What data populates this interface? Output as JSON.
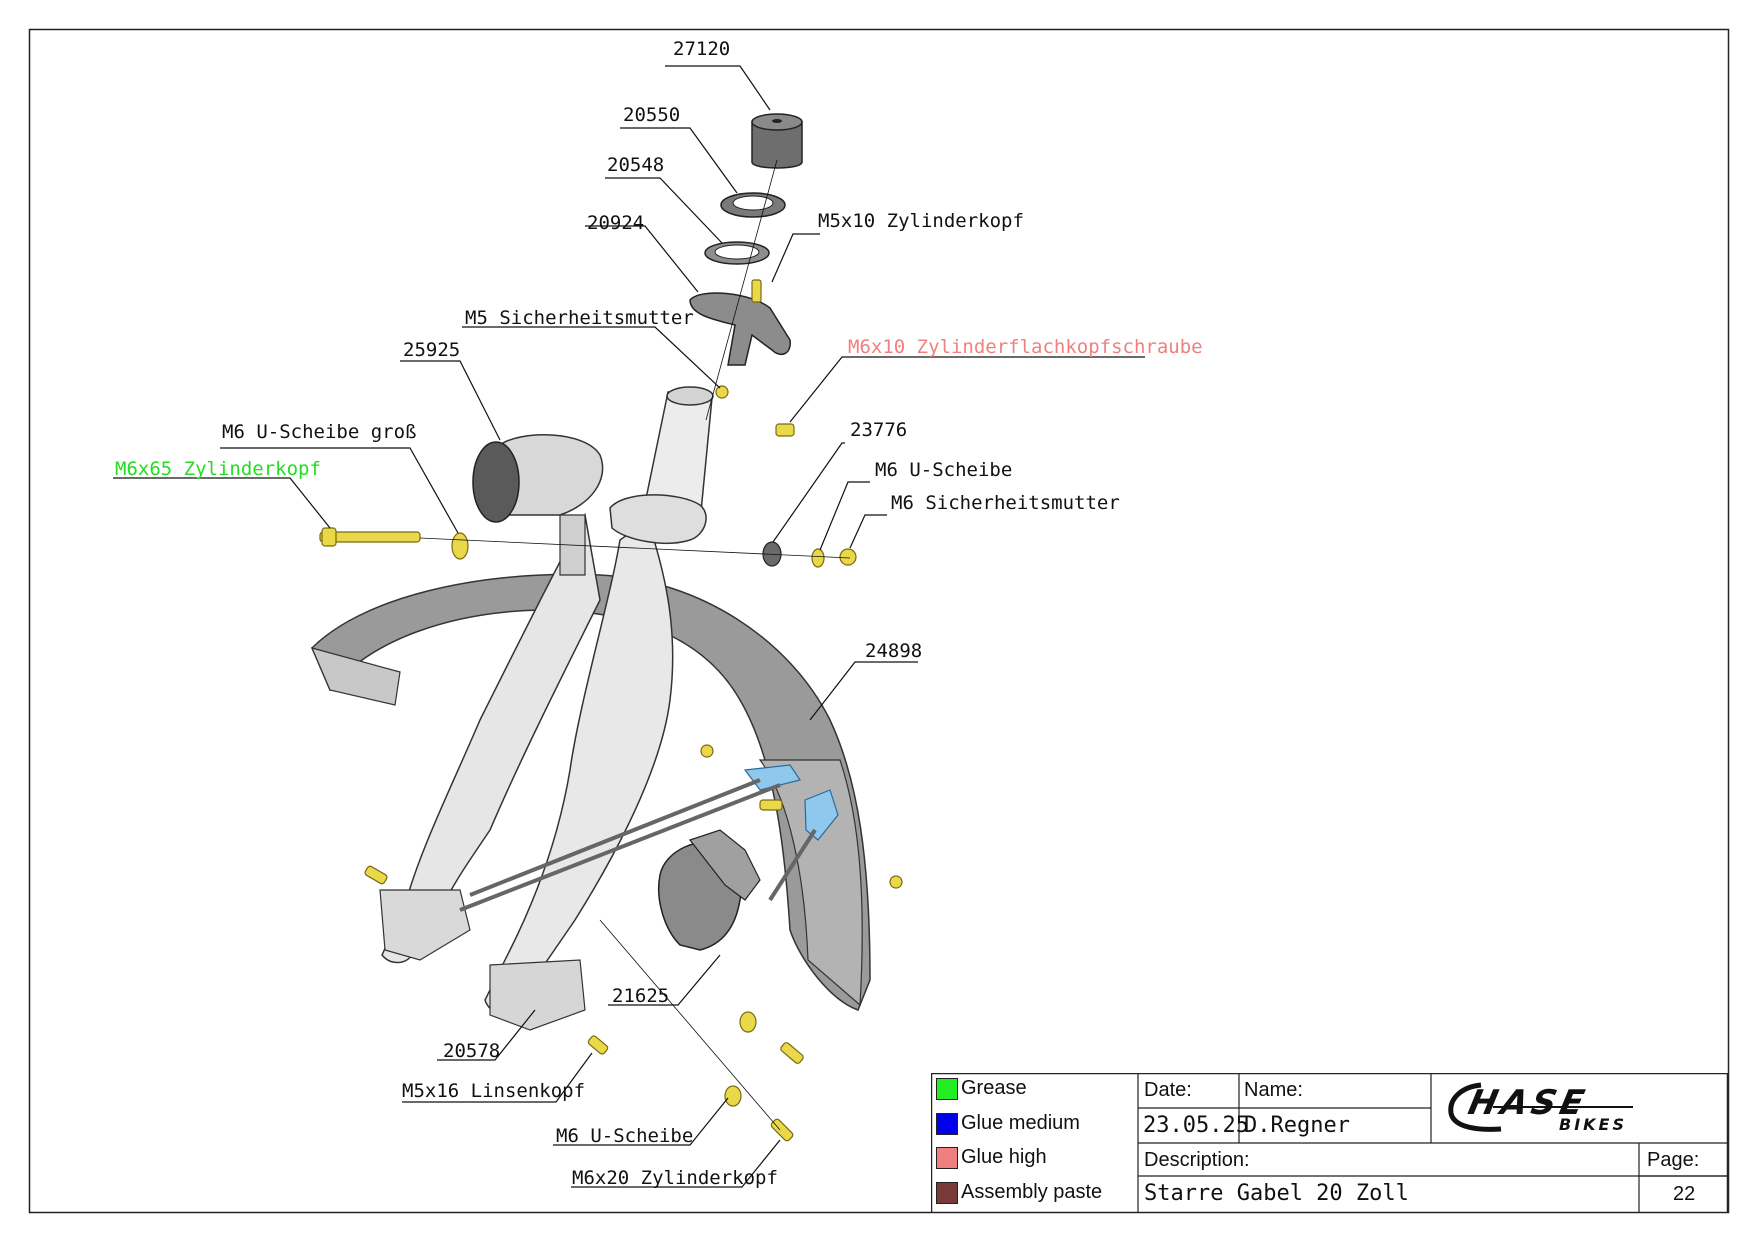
{
  "labels": {
    "p27120": "27120",
    "p20550": "20550",
    "p20548": "20548",
    "p20924": "20924",
    "m5x10": "M5x10 Zylinderkopf",
    "m5nut": "M5 Sicherheitsmutter",
    "p25925": "25925",
    "m6x10": "M6x10 Zylinderflachkopfschraube",
    "m6washer_large": "M6 U-Scheibe groß",
    "m6x65": "M6x65 Zylinderkopf",
    "p23776": "23776",
    "m6washer": "M6 U-Scheibe",
    "m6nut": "M6 Sicherheitsmutter",
    "p24898": "24898",
    "p21625": "21625",
    "p20578": "20578",
    "m5x16": "M5x16 Linsenkopf",
    "m6washer_bottom": "M6 U-Scheibe",
    "m6x20": "M6x20 Zylinderkopf"
  },
  "legend": [
    {
      "label": "Grease",
      "color": "#22ee22"
    },
    {
      "label": "Glue medium",
      "color": "#0000ee"
    },
    {
      "label": "Glue high",
      "color": "#f08080"
    },
    {
      "label": "Assembly paste",
      "color": "#7a3a3a"
    }
  ],
  "title_block": {
    "date_label": "Date:",
    "date_value": "23.05.25",
    "name_label": "Name:",
    "name_value": "D.Regner",
    "description_label": "Description:",
    "description_value": "Starre Gabel 20 Zoll",
    "page_label": "Page:",
    "page_value": "22"
  },
  "logo": {
    "line1": "HASE",
    "line2": "BIKES"
  },
  "colors": {
    "grease_highlight": "#22dd22",
    "glue_high_highlight": "#f08080",
    "hardware_yellow": "#e8d84a",
    "glue_blue": "#8fc8ec"
  }
}
